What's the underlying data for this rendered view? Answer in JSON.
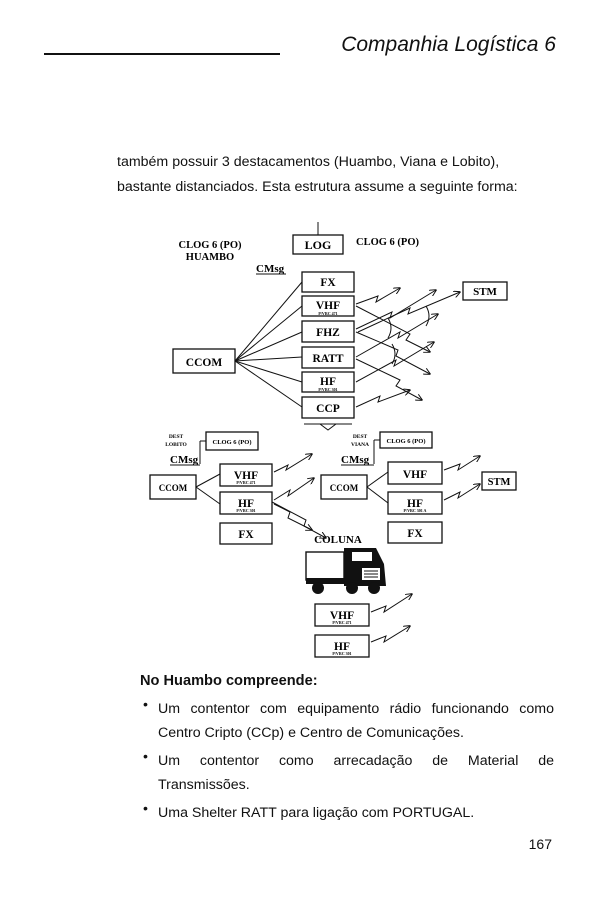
{
  "header": {
    "title": "Companhia Logística 6"
  },
  "intro": {
    "line1": "também possuir 3 destacamentos (Huambo, Viana e Lobito),",
    "line2": "bastante distanciados. Esta estrutura assume a seguinte forma:"
  },
  "diagram": {
    "top": {
      "left_label_line1": "CLOG 6 (PO)",
      "left_label_line2": "HUAMBO",
      "right_label": "CLOG 6 (PO)",
      "log": "LOG",
      "cmsg": "CMsg",
      "ccom": "CCOM",
      "stm": "STM",
      "fx": "FX",
      "vhf": "VHF",
      "vhf_sub": "P/VRC 471",
      "fhz": "FHZ",
      "ratt": "RATT",
      "hf": "HF",
      "hf_sub": "P/VRC 301",
      "ccp": "CCP"
    },
    "lobito": {
      "dest": "DEST",
      "name": "LOBITO",
      "clog": "CLOG 6 (PO)",
      "cmsg": "CMsg",
      "ccom": "CCOM",
      "vhf": "VHF",
      "vhf_sub": "P/VRC 471",
      "hf": "HF",
      "hf_sub": "P/VRC 301",
      "fx": "FX"
    },
    "viana": {
      "dest": "DEST",
      "name": "VIANA",
      "clog": "CLOG 6 (PO)",
      "cmsg": "CMsg",
      "ccom": "CCOM",
      "vhf": "VHF",
      "hf": "HF",
      "hf_sub": "P/VRC 301 A",
      "fx": "FX",
      "stm": "STM"
    },
    "coluna": {
      "label": "COLUNA",
      "vhf": "VHF",
      "vhf_sub": "P/VRC 471",
      "hf": "HF",
      "hf_sub": "P/VRC 301"
    }
  },
  "section": {
    "heading": "No Huambo compreende:",
    "bullets": [
      {
        "marker": "•",
        "line1": "Um contentor com equipamento rádio funcionando como",
        "line2": "Centro Cripto (CCp) e Centro de Comunicações."
      },
      {
        "marker": "•",
        "line1": "Um contentor como arrecadação de Material de",
        "line2": "Transmissões."
      },
      {
        "marker": "•",
        "line1": "Uma Shelter RATT para ligação com PORTUGAL."
      }
    ]
  },
  "page_number": "167",
  "colors": {
    "ink": "#111111",
    "paper": "#ffffff"
  }
}
